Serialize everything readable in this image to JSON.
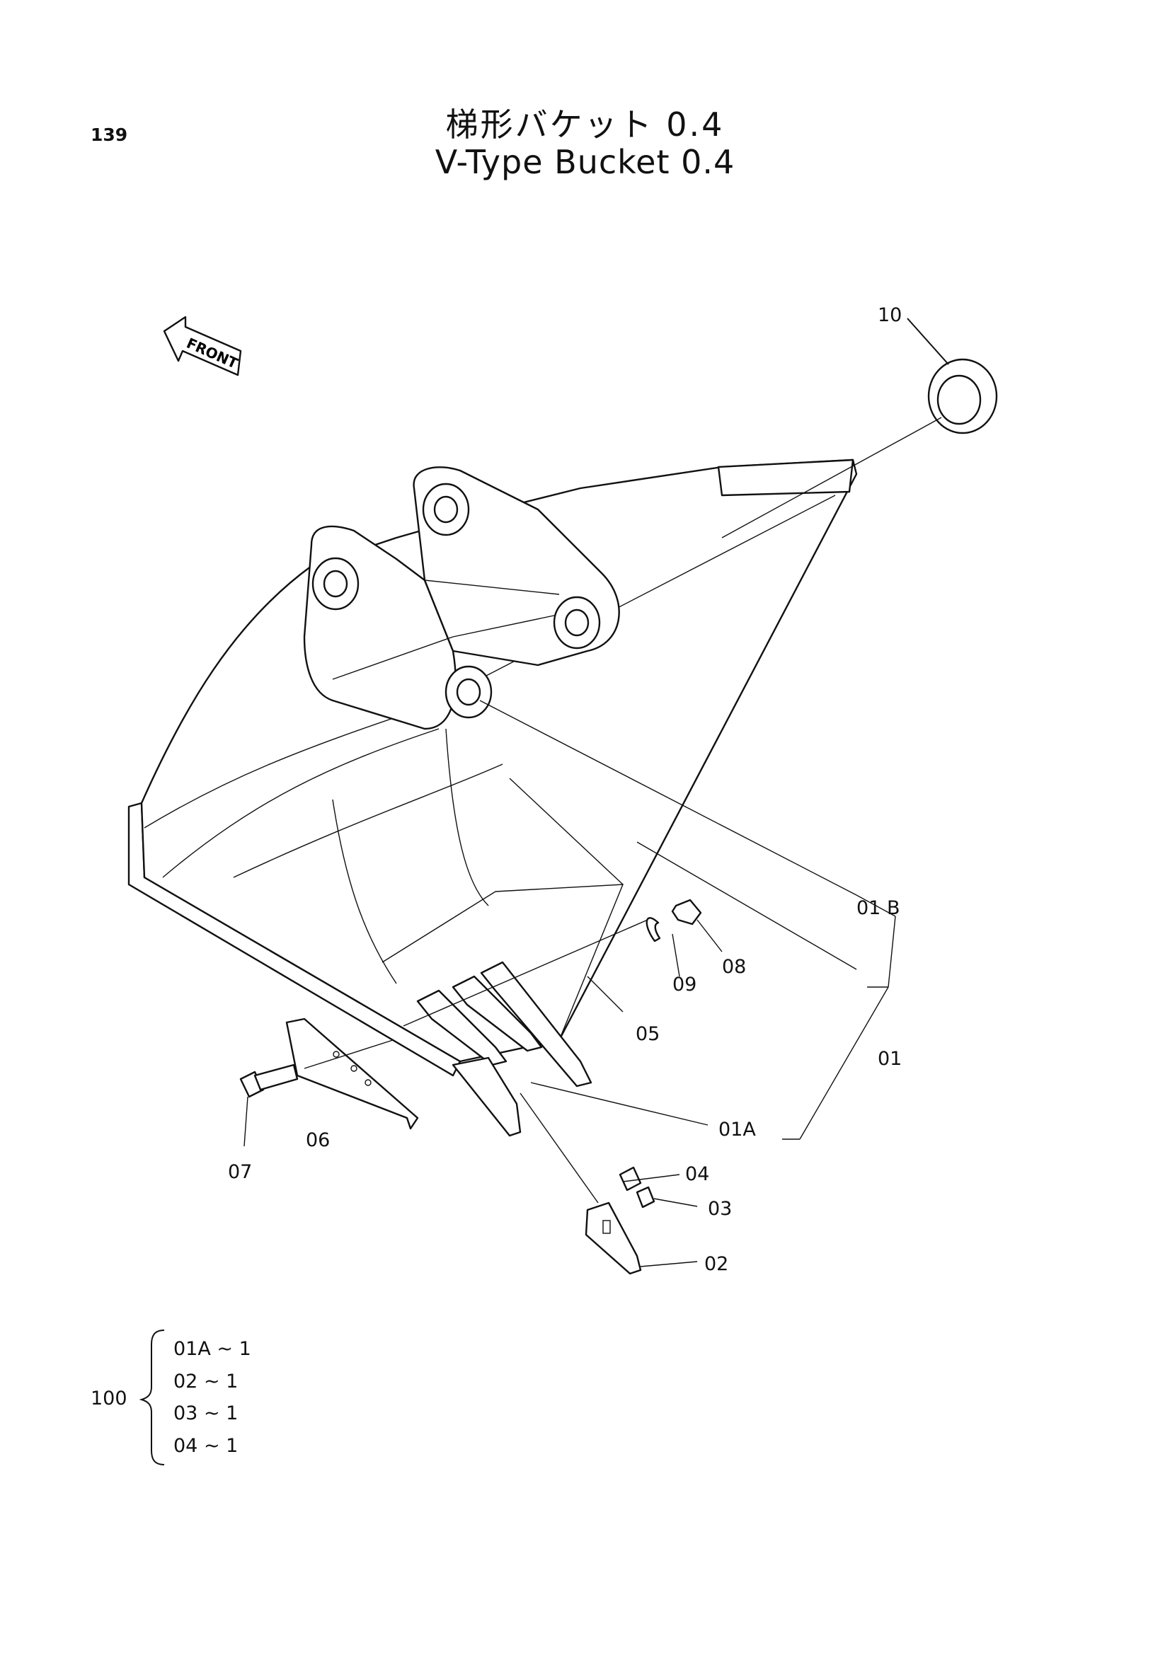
{
  "header": {
    "page_number": "139",
    "title_ja": "梯形バケット 0.4",
    "title_en": "V-Type Bucket 0.4"
  },
  "diagram": {
    "front_label": "FRONT",
    "callouts": [
      "10",
      "01 B",
      "08",
      "09",
      "05",
      "01",
      "01A",
      "04",
      "03",
      "02",
      "06",
      "07"
    ]
  },
  "kit": {
    "number": "100",
    "items": [
      "01A ~ 1",
      "02 ~ 1",
      "03 ~ 1",
      "04 ~ 1"
    ]
  }
}
